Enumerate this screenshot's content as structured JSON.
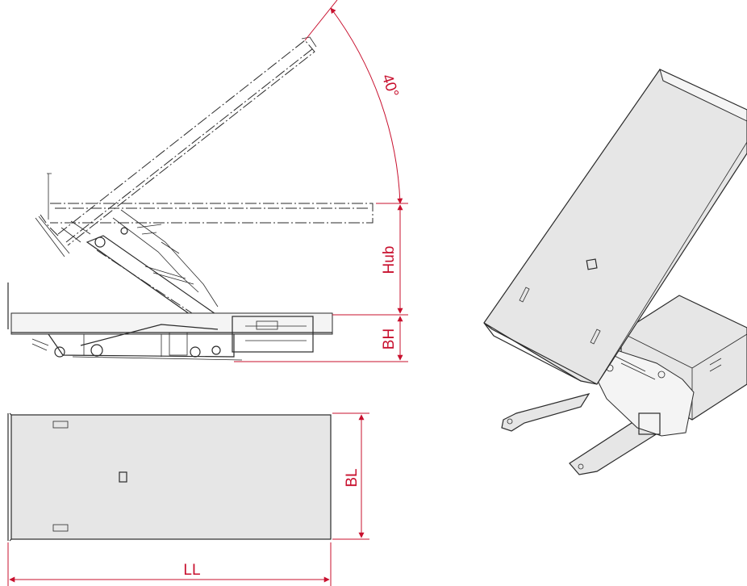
{
  "labels": {
    "angle": "40°",
    "lift": "Hub",
    "height": "BH",
    "width": "BL",
    "length": "LL"
  },
  "colors": {
    "dimension": "#c8102e",
    "line": "#2a2a2a",
    "surface": "#e6e6e6"
  }
}
